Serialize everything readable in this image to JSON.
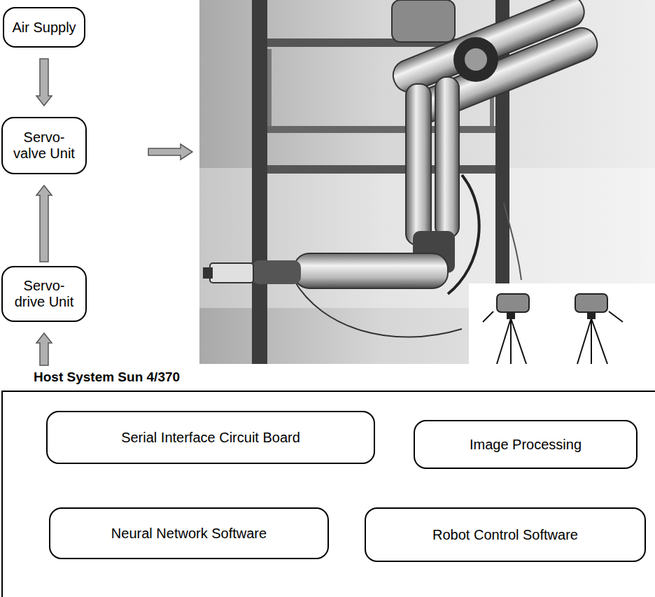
{
  "diagram": {
    "nodes": [
      {
        "text": [
          "Air Supply"
        ]
      },
      {
        "text": [
          "Servo-valve Unit"
        ]
      },
      {
        "text": [
          "Servo-drive Unit"
        ]
      },
      {
        "text": [
          "Host System Sun 4/370"
        ]
      },
      {
        "text": [
          "Serial Interface Circuit Board"
        ],
        "in": 3
      },
      {
        "text": [
          "Image Processing"
        ],
        "in": 3
      },
      {
        "text": [
          "Neural Network Software"
        ],
        "in": 3
      },
      {
        "text": [
          "Robot Control Software"
        ],
        "in": 3
      }
    ],
    "edges": [
      {
        "from": 0,
        "to": 1,
        "arrow": "to"
      },
      {
        "from": 2,
        "to": 1,
        "arrow": "to"
      },
      {
        "from": 3,
        "to": 2,
        "arrow": "to"
      }
    ]
  }
}
